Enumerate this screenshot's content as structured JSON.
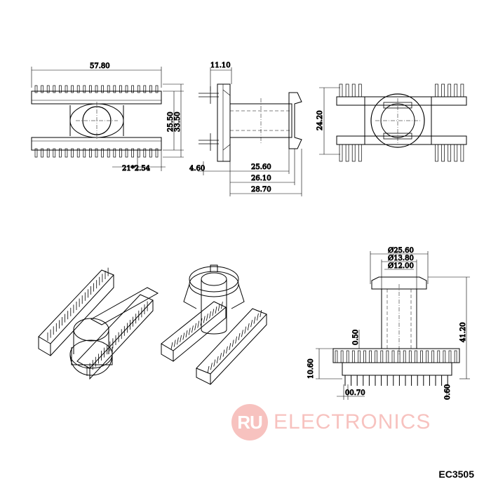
{
  "watermark": {
    "logo": "RU",
    "text": "ELECTRONICS",
    "color": "#e8443a"
  },
  "model_code": "EC3505",
  "top_view": {
    "width": "57.80",
    "inner_height": "25.50",
    "outer_height": "33.50",
    "pitch": "21*2.54"
  },
  "side_view": {
    "flange": "11.10",
    "pin_offset": "4.60",
    "length_a": "25.60",
    "length_b": "26.10",
    "length_c": "28.70"
  },
  "end_view": {
    "height": "24.20"
  },
  "front_view": {
    "flange_dia": "Ø25.60",
    "core_dia_outer": "Ø13.80",
    "core_dia_inner": "Ø12.00",
    "total_height": "41.20",
    "base_height": "10.60",
    "pin_dia": "0.50",
    "pin_width": "00.70",
    "pin_tip": "0.60"
  }
}
